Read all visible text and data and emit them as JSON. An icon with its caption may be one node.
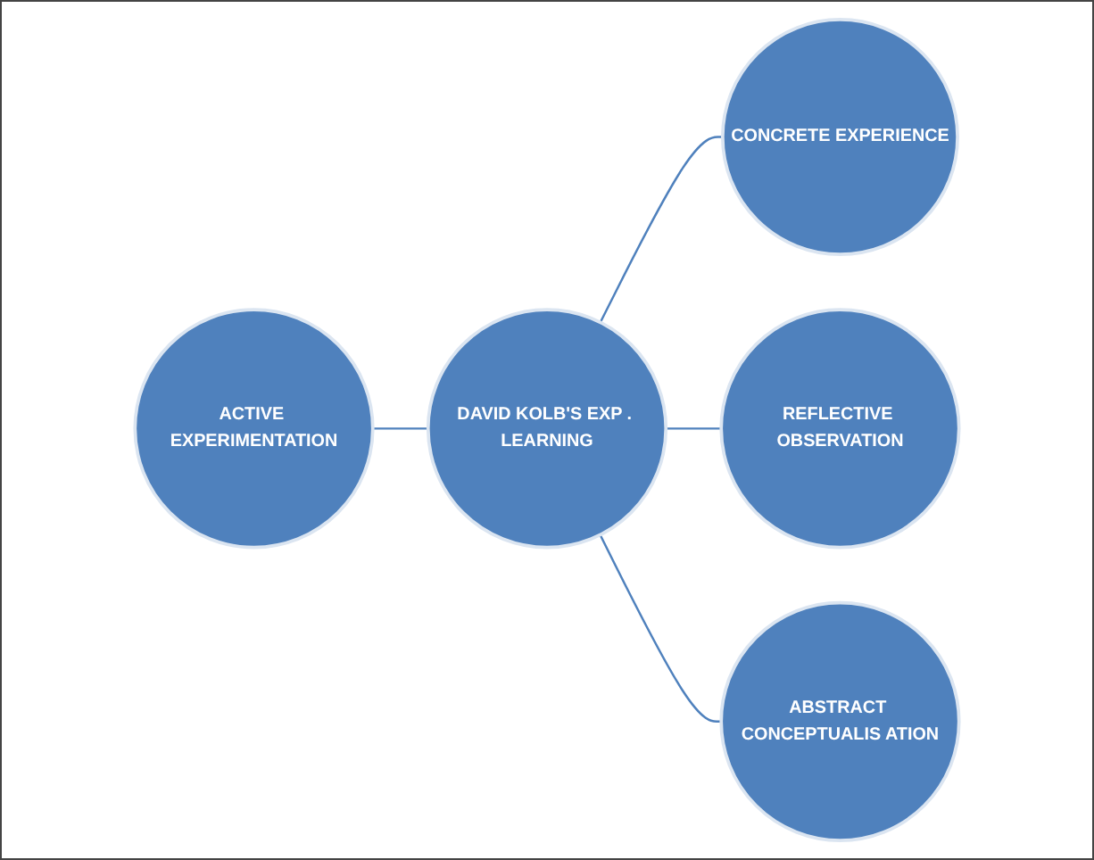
{
  "diagram": {
    "nodes": [
      {
        "text": [
          "CONCRETE EXPERIENCE"
        ]
      },
      {
        "text": [
          "ACTIVE EXPERIMENTATION"
        ]
      },
      {
        "text": [
          "DAVID KOLB'S EXP . LEARNING"
        ]
      },
      {
        "text": [
          "REFLECTIVE OBSERVATION"
        ]
      },
      {
        "text": [
          "ABSTRACT CONCEPTUALIS ATION"
        ]
      }
    ],
    "edges": [
      {
        "from": 2,
        "to": 0,
        "arrow": "none"
      },
      {
        "from": 2,
        "to": 1,
        "arrow": "none"
      },
      {
        "from": 2,
        "to": 3,
        "arrow": "none"
      },
      {
        "from": 2,
        "to": 4,
        "arrow": "none"
      }
    ]
  }
}
